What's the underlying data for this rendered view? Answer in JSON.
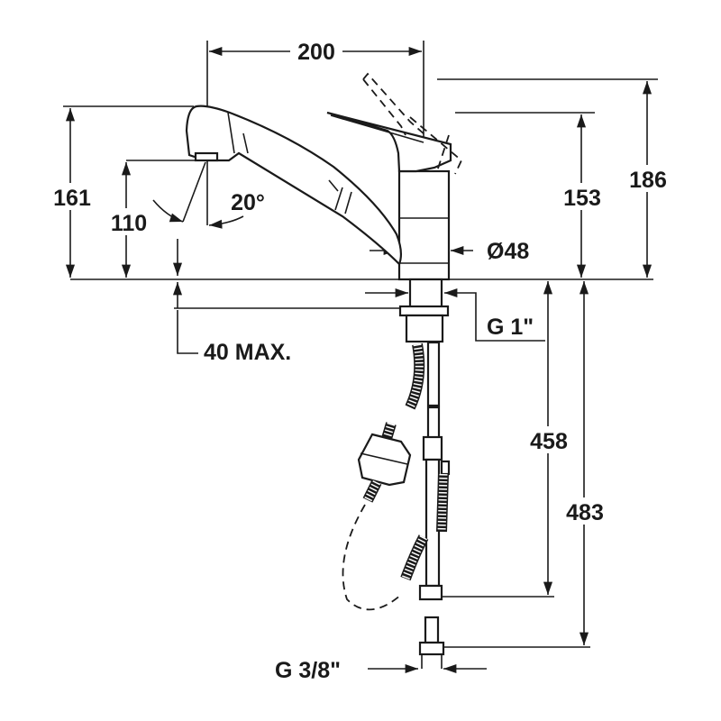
{
  "drawing": {
    "title": "Kitchen faucet with pull-out spray - dimension drawing",
    "dimensions": {
      "width": "200",
      "spout_height": "161",
      "outlet_height": "110",
      "angle": "20°",
      "body_height": "153",
      "total_height": "186",
      "body_diameter": "Ø48",
      "thread": "G 1\"",
      "deck_thickness": "40 MAX.",
      "hose_length": "458",
      "total_length": "483",
      "inlet_thread": "G 3/8\""
    },
    "line_color": "#1a1a1a"
  }
}
